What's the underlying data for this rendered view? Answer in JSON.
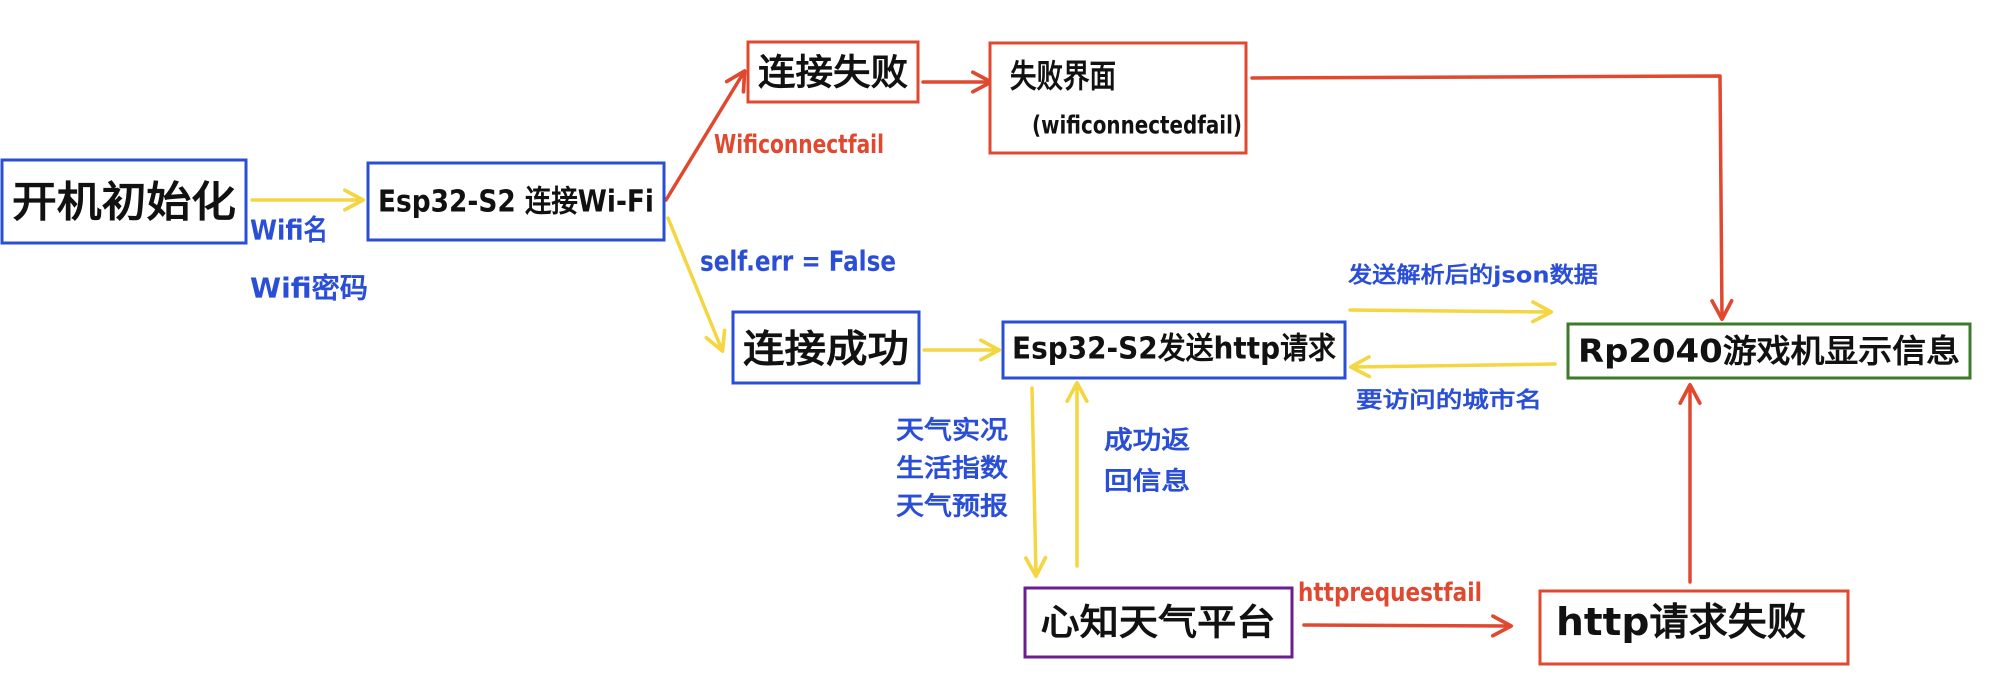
{
  "colors": {
    "blue": "#2a4fd6",
    "red": "#e0482f",
    "yellow": "#f4d642",
    "green": "#3d7a2a",
    "purple": "#6b1f8f",
    "text": "#111111"
  },
  "nodes": {
    "boot_init": "开机初始化",
    "esp32_connect": "Esp32-S2 连接Wi-Fi",
    "connect_fail": "连接失败",
    "fail_screen_title": "失败界面",
    "fail_screen_code": "(wificonnectedfail)",
    "connect_success": "连接成功",
    "esp32_http": "Esp32-S2发送http请求",
    "rp2040_display": "Rp2040游戏机显示信息",
    "weather_platform": "心知天气平台",
    "http_fail": "http请求失败"
  },
  "labels": {
    "wifi_name": "Wifi名",
    "wifi_password": "Wifi密码",
    "wifi_connect_fail": "Wificonnectfail",
    "self_err": "self.err = False",
    "send_json": "发送解析后的json数据",
    "city_name": "要访问的城市名",
    "request_items": [
      "天气实况",
      "生活指数",
      "天气预报"
    ],
    "success_return": [
      "成功返",
      "回信息"
    ],
    "http_request_fail": "httprequestfail"
  }
}
